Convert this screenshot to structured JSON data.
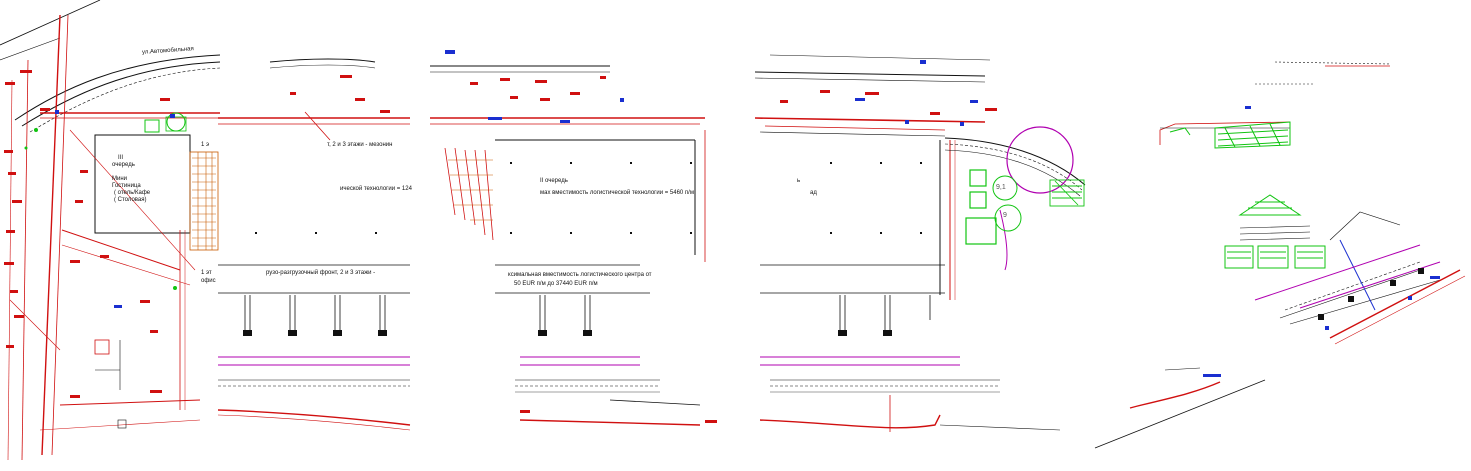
{
  "street_name": "ул.Автомобильная",
  "building_1": {
    "queue": [
      "III",
      "очередь"
    ],
    "function": [
      "Мини",
      "Гостиница",
      "( отель/Кафе",
      "( Столовая)"
    ],
    "strip_top": "1 э",
    "strip_bottom_1": "1 эт",
    "strip_bottom_2": "офис"
  },
  "section_2": {
    "note_top": "т, 2 и 3 этажи - мезонин",
    "capacity_left": "ической технологии = 124",
    "front_note": "рузо-разгрузочный фронт, 2 и 3 этажи -"
  },
  "section_3": {
    "queue": "II очередь",
    "capacity": "мах вместимость логистической технологии = 5460 п/м",
    "max_capacity": "ксимальная вместимость логистического центра от",
    "price": "50 EUR п/м до  37440  EUR п/м"
  },
  "section_4": {
    "note_1": "ь",
    "note_2": "ад"
  },
  "tree_labels": [
    "9,1",
    "9"
  ],
  "colors": {
    "red": "#d01010",
    "green": "#11c411",
    "magenta": "#b000b0",
    "blue": "#1a2fd0",
    "black": "#111111"
  }
}
